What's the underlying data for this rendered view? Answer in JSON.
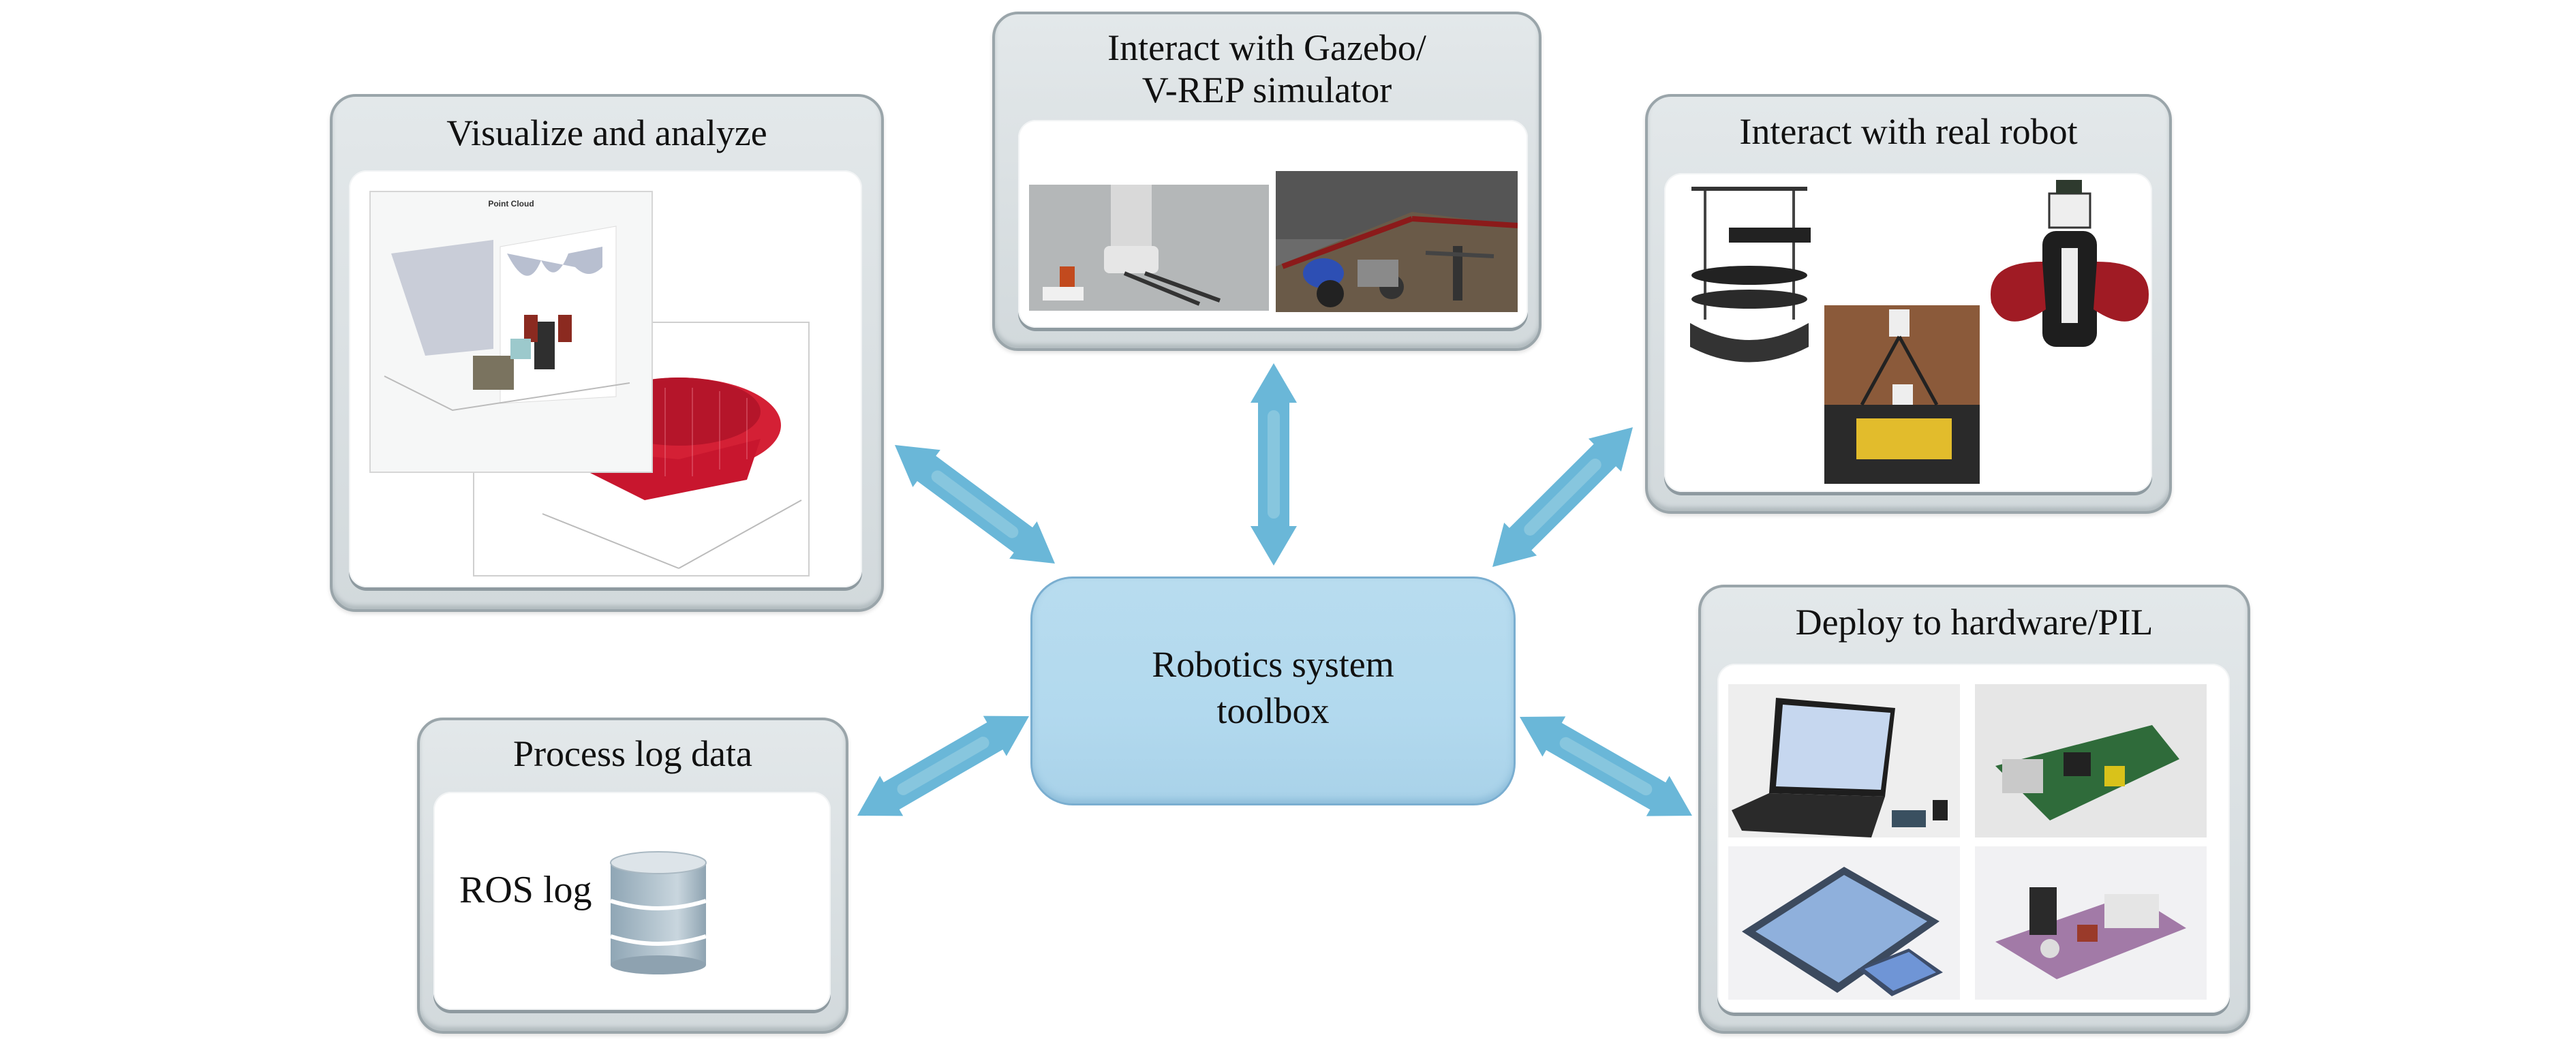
{
  "hub": {
    "line1": "Robotics system",
    "line2": "toolbox"
  },
  "panels": {
    "visualize": {
      "title": "Visualize and analyze",
      "plot_title": "Point Cloud"
    },
    "simulator": {
      "title_line1": "Interact with Gazebo/",
      "title_line2": "V-REP simulator"
    },
    "real_robot": {
      "title": "Interact with real robot"
    },
    "log": {
      "title": "Process log data",
      "label": "ROS log"
    },
    "deploy": {
      "title": "Deploy to hardware/PIL"
    }
  },
  "colors": {
    "arrow": "#6ab7d8",
    "arrow_light": "#9bd0e3",
    "hub_fill": "#b5dbef",
    "panel_fill": "#d8dfe2",
    "panel_border": "#9aa5aa"
  },
  "icons": [
    "point-cloud-plot",
    "surface-plot",
    "simulated-robot-scene",
    "real-robot-photo",
    "database-icon",
    "laptop-icon",
    "board-icon",
    "tablet-icon"
  ]
}
